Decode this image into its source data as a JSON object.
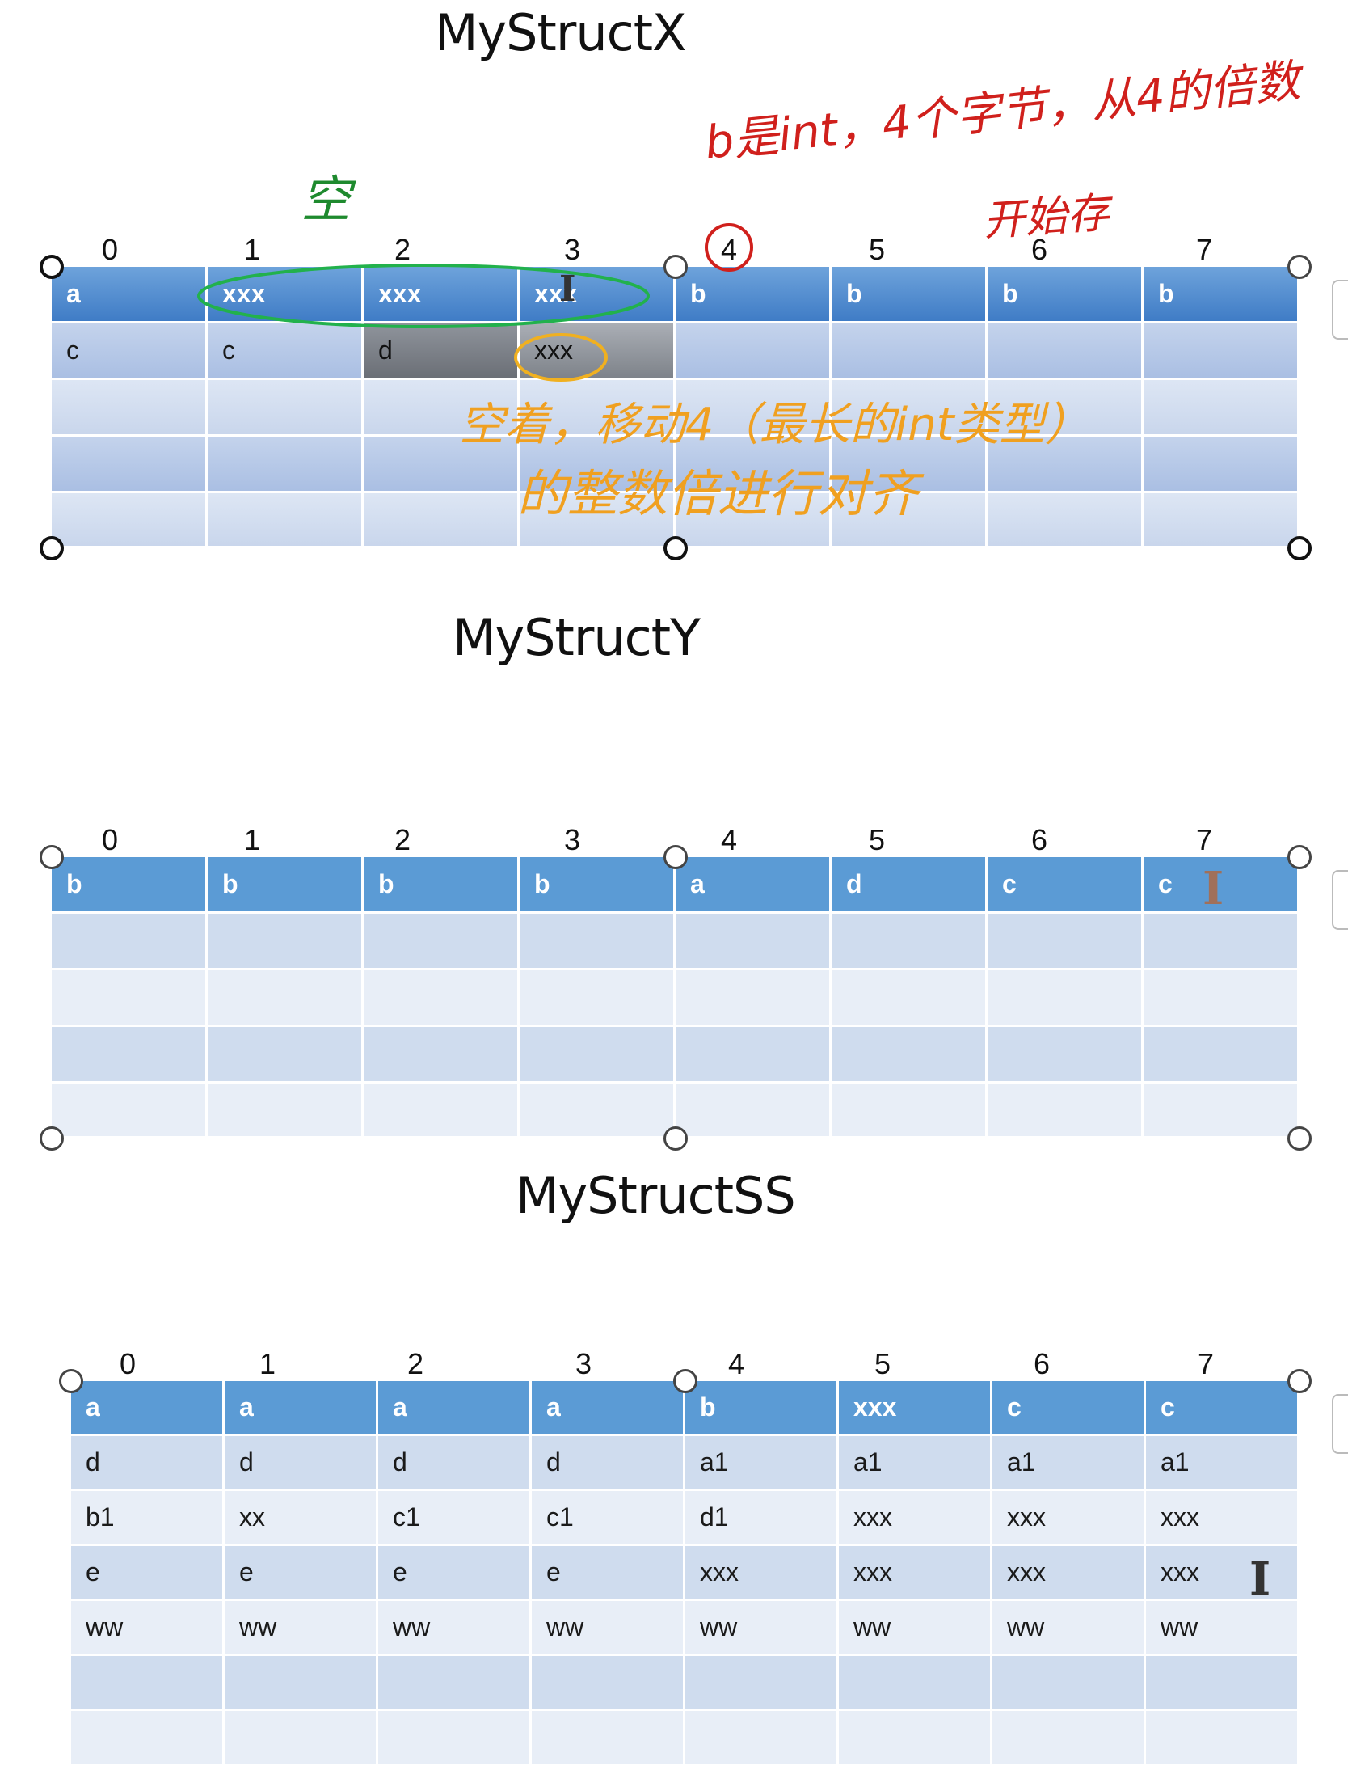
{
  "titles": {
    "x": "MyStructX",
    "y": "MyStructY",
    "ss": "MyStructSS"
  },
  "column_numbers": [
    "0",
    "1",
    "2",
    "3",
    "4",
    "5",
    "6",
    "7"
  ],
  "struct_x": {
    "rows": [
      [
        "a",
        "xxx",
        "xxx",
        "xxx",
        "b",
        "b",
        "b",
        "b"
      ],
      [
        "c",
        "c",
        "d",
        "xxx",
        "",
        "",
        "",
        ""
      ],
      [
        "",
        "",
        "",
        "",
        "",
        "",
        "",
        ""
      ],
      [
        "",
        "",
        "",
        "",
        "",
        "",
        "",
        ""
      ],
      [
        "",
        "",
        "",
        "",
        "",
        "",
        "",
        ""
      ]
    ]
  },
  "struct_y": {
    "rows": [
      [
        "b",
        "b",
        "b",
        "b",
        "a",
        "d",
        "c",
        "c"
      ],
      [
        "",
        "",
        "",
        "",
        "",
        "",
        "",
        ""
      ],
      [
        "",
        "",
        "",
        "",
        "",
        "",
        "",
        ""
      ],
      [
        "",
        "",
        "",
        "",
        "",
        "",
        "",
        ""
      ],
      [
        "",
        "",
        "",
        "",
        "",
        "",
        "",
        ""
      ]
    ]
  },
  "struct_ss": {
    "rows": [
      [
        "a",
        "a",
        "a",
        "a",
        "b",
        "xxx",
        "c",
        "c"
      ],
      [
        "d",
        "d",
        "d",
        "d",
        "a1",
        "a1",
        "a1",
        "a1"
      ],
      [
        "b1",
        "xx",
        "c1",
        "c1",
        "d1",
        "xxx",
        "xxx",
        "xxx"
      ],
      [
        "e",
        "e",
        "e",
        "e",
        "xxx",
        "xxx",
        "xxx",
        "xxx"
      ],
      [
        "ww",
        "ww",
        "ww",
        "ww",
        "ww",
        "ww",
        "ww",
        "ww"
      ],
      [
        "",
        "",
        "",
        "",
        "",
        "",
        "",
        ""
      ],
      [
        "",
        "",
        "",
        "",
        "",
        "",
        "",
        ""
      ]
    ]
  },
  "annotations": {
    "green_empty": "空",
    "red_note_line1": "b是int，4个字节，从4的倍数",
    "red_note_line2": "开始存",
    "red_circled_index": "4",
    "orange_note_line1": "空着，移动4（最长的int类型）",
    "orange_note_line2": "的整数倍进行对齐"
  },
  "colors": {
    "header_blue": "#5b9bd5",
    "row_light": "#cfdcee",
    "row_lighter": "#e8eef7",
    "annotation_green": "#1e8a2e",
    "annotation_red": "#d0201c",
    "annotation_orange": "#f0a020"
  }
}
